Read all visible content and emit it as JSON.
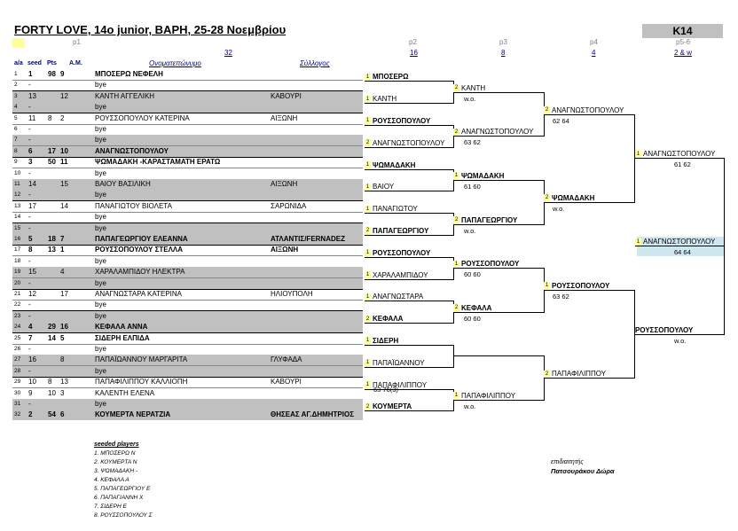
{
  "header": {
    "title": "FORTY LOVE, 14o junior, ΒΑΡΗ, 25-28 Νοεμβρίου",
    "category": "K14",
    "p1": "p1",
    "p1_count": "32",
    "p2": "p2",
    "p2_count": "16",
    "p3": "p3",
    "p3_count": "8",
    "p4": "p4",
    "p4_count": "4",
    "p56": "p5-6",
    "p56_count": "2 & w"
  },
  "columns": {
    "num": "a/a",
    "seed": "seed",
    "pts": "Pts",
    "am": "A.M.",
    "name": "Ονοματεπώνυμο",
    "club": "Σύλλογος"
  },
  "rows": [
    {
      "num": "1",
      "seed": "1",
      "pts": "98",
      "am": "9",
      "name": "ΜΠΟΣΕΡΩ ΝΕΦΕΛΗ",
      "club": ""
    },
    {
      "num": "2",
      "seed": "-",
      "pts": "",
      "am": "",
      "name": "bye",
      "club": ""
    },
    {
      "num": "3",
      "seed": "13",
      "pts": "",
      "am": "12",
      "name": "ΚΑΝΤΗ ΑΓΓΕΛΙΚΗ",
      "club": "ΚΑΒΟΥΡΙ"
    },
    {
      "num": "4",
      "seed": "-",
      "pts": "",
      "am": "",
      "name": "bye",
      "club": ""
    },
    {
      "num": "5",
      "seed": "11",
      "pts": "8",
      "am": "2",
      "name": "ΡΟΥΣΣΟΠΟΥΛΟΥ ΚΑΤΕΡΙΝΑ",
      "club": "ΑΙΞΩΝΗ"
    },
    {
      "num": "6",
      "seed": "-",
      "pts": "",
      "am": "",
      "name": "bye",
      "club": ""
    },
    {
      "num": "7",
      "seed": "-",
      "pts": "",
      "am": "",
      "name": "bye",
      "club": ""
    },
    {
      "num": "8",
      "seed": "6",
      "pts": "17",
      "am": "10",
      "name": "ΑΝΑΓΝΩΣΤΟΠΟΥΛΟΥ",
      "club": ""
    },
    {
      "num": "9",
      "seed": "3",
      "pts": "50",
      "am": "11",
      "name": "ΨΩΜΑΔΑΚΗ -ΚΑΡΑΣΤΑΜΑΤΗ ΕΡΑΤΩ",
      "club": ""
    },
    {
      "num": "10",
      "seed": "-",
      "pts": "",
      "am": "",
      "name": "bye",
      "club": ""
    },
    {
      "num": "11",
      "seed": "14",
      "pts": "",
      "am": "15",
      "name": "ΒΑΙΟΥ ΒΑΣΙΛΙΚΗ",
      "club": "ΑΙΞΩΝΗ"
    },
    {
      "num": "12",
      "seed": "-",
      "pts": "",
      "am": "",
      "name": "bye",
      "club": ""
    },
    {
      "num": "13",
      "seed": "17",
      "pts": "",
      "am": "14",
      "name": "ΠΑΝΑΓΙΩΤΟΥ ΒΙΟΛΕΤΑ",
      "club": "ΣΑΡΩΝΙΔΑ"
    },
    {
      "num": "14",
      "seed": "-",
      "pts": "",
      "am": "",
      "name": "bye",
      "club": ""
    },
    {
      "num": "15",
      "seed": "-",
      "pts": "",
      "am": "",
      "name": "bye",
      "club": ""
    },
    {
      "num": "16",
      "seed": "5",
      "pts": "18",
      "am": "7",
      "name": "ΠΑΠΑΓΕΩΡΓΙΟΥ ΕΛΕΑΝΝΑ",
      "club": "ΑΤΛΑΝΤΙΣ/FERNADEZ"
    },
    {
      "num": "17",
      "seed": "8",
      "pts": "13",
      "am": "1",
      "name": "ΡΟΥΣΣΟΠΟΥΛΟΥ ΣΤΕΛΛΑ",
      "club": "ΑΙΞΩΝΗ"
    },
    {
      "num": "18",
      "seed": "-",
      "pts": "",
      "am": "",
      "name": "bye",
      "club": ""
    },
    {
      "num": "19",
      "seed": "15",
      "pts": "",
      "am": "4",
      "name": "ΧΑΡΑΛΑΜΠΙΔΟΥ ΗΛΕΚΤΡΑ",
      "club": ""
    },
    {
      "num": "20",
      "seed": "-",
      "pts": "",
      "am": "",
      "name": "bye",
      "club": ""
    },
    {
      "num": "21",
      "seed": "12",
      "pts": "",
      "am": "17",
      "name": "ΑΝΑΓΝΩΣΤΑΡΑ ΚΑΤΕΡΙΝΑ",
      "club": "ΗΛΙΟΥΠΟΛΗ"
    },
    {
      "num": "22",
      "seed": "-",
      "pts": "",
      "am": "",
      "name": "bye",
      "club": ""
    },
    {
      "num": "23",
      "seed": "-",
      "pts": "",
      "am": "",
      "name": "bye",
      "club": ""
    },
    {
      "num": "24",
      "seed": "4",
      "pts": "29",
      "am": "16",
      "name": "ΚΕΦΑΛΑ ΑΝΝΑ",
      "club": ""
    },
    {
      "num": "25",
      "seed": "7",
      "pts": "14",
      "am": "5",
      "name": "ΣΙΔΕΡΗ ΕΛΠΙΔΑ",
      "club": ""
    },
    {
      "num": "26",
      "seed": "-",
      "pts": "",
      "am": "",
      "name": "bye",
      "club": ""
    },
    {
      "num": "27",
      "seed": "16",
      "pts": "",
      "am": "8",
      "name": "ΠΑΠΑΪΩΑΝΝΟΥ ΜΑΡΓΑΡΙΤΑ",
      "club": "ΓΛΥΦΑΔΑ"
    },
    {
      "num": "28",
      "seed": "-",
      "pts": "",
      "am": "",
      "name": "bye",
      "club": ""
    },
    {
      "num": "29",
      "seed": "10",
      "pts": "8",
      "am": "13",
      "name": "ΠΑΠΑΦΙΛΙΠΠΟΥ ΚΑΛΛΙΟΠΗ",
      "club": "ΚΑΒΟΥΡΙ"
    },
    {
      "num": "30",
      "seed": "9",
      "pts": "10",
      "am": "3",
      "name": "ΚΑΛΕΝΤΗ ΕΛΕΝΑ",
      "club": ""
    },
    {
      "num": "31",
      "seed": "-",
      "pts": "",
      "am": "",
      "name": "bye",
      "club": ""
    },
    {
      "num": "32",
      "seed": "2",
      "pts": "54",
      "am": "6",
      "name": "ΚΟΥΜΕΡΤΑ ΝΕΡΑΤΖΙΑ",
      "club": "ΘΗΣΕΑΣ ΑΓ.ΔΗΜΗΤΡΙΟΣ"
    }
  ],
  "r2": [
    {
      "s": "1",
      "name": "ΜΠΟΣΕΡΩ",
      "bold": true
    },
    {
      "s": "1",
      "name": "ΚΑΝΤΗ",
      "bold": false
    },
    {
      "s": "1",
      "name": "ΡΟΥΣΣΟΠΟΥΛΟΥ",
      "bold": true
    },
    {
      "s": "2",
      "name": "ΑΝΑΓΝΩΣΤΟΠΟΥΛΟΥ",
      "bold": false
    },
    {
      "s": "1",
      "name": "ΨΩΜΑΔΑΚΗ",
      "bold": true
    },
    {
      "s": "1",
      "name": "ΒΑΙΟΥ",
      "bold": false
    },
    {
      "s": "1",
      "name": "ΠΑΝΑΓΙΩΤΟΥ",
      "bold": false
    },
    {
      "s": "2",
      "name": "ΠΑΠΑΓΕΩΡΓΙΟΥ",
      "bold": true
    },
    {
      "s": "1",
      "name": "ΡΟΥΣΣΟΠΟΥΛΟΥ",
      "bold": true
    },
    {
      "s": "1",
      "name": "ΧΑΡΑΛΑΜΠΙΔΟΥ",
      "bold": false
    },
    {
      "s": "1",
      "name": "ΑΝΑΓΝΩΣΤΑΡΑ",
      "bold": false
    },
    {
      "s": "2",
      "name": "ΚΕΦΑΛΑ",
      "bold": true
    },
    {
      "s": "1",
      "name": "ΣΙΔΕΡΗ",
      "bold": true
    },
    {
      "s": "1",
      "name": "ΠΑΠΑΪΩΑΝΝΟΥ",
      "bold": false
    },
    {
      "s": "1",
      "name": "ΠΑΠΑΦΙΛΙΠΠΟΥ",
      "bold": false
    },
    {
      "s": "2",
      "name": "ΚΟΥΜΕΡΤΑ",
      "bold": true
    }
  ],
  "r2_score": "63 76(3)",
  "r3": [
    {
      "s": "2",
      "name": "ΚΑΝΤΗ",
      "bold": false,
      "score": "w.o."
    },
    {
      "s": "2",
      "name": "ΑΝΑΓΝΩΣΤΟΠΟΥΛΟΥ",
      "bold": false,
      "score": "63 62"
    },
    {
      "s": "1",
      "name": "ΨΩΜΑΔΑΚΗ",
      "bold": true,
      "score": "61 60"
    },
    {
      "s": "2",
      "name": "ΠΑΠΑΓΕΩΡΓΙΟΥ",
      "bold": true,
      "score": "w.o."
    },
    {
      "s": "1",
      "name": "ΡΟΥΣΣΟΠΟΥΛΟΥ",
      "bold": true,
      "score": "60 60"
    },
    {
      "s": "2",
      "name": "ΚΕΦΑΛΑ",
      "bold": true,
      "score": "60 60"
    },
    {
      "s": "",
      "name": "",
      "bold": false,
      "score": ""
    },
    {
      "s": "1",
      "name": "ΠΑΠΑΦΙΛΙΠΠΟΥ",
      "bold": false,
      "score": "w.o."
    }
  ],
  "r4": [
    {
      "s": "2",
      "name": "ΑΝΑΓΝΩΣΤΟΠΟΥΛΟΥ",
      "bold": false,
      "score": "62 64"
    },
    {
      "s": "2",
      "name": "ΨΩΜΑΔΑΚΗ",
      "bold": true,
      "score": "w.o."
    },
    {
      "s": "1",
      "name": "ΡΟΥΣΣΟΠΟΥΛΟΥ",
      "bold": true,
      "score": "63 62"
    },
    {
      "s": "2",
      "name": "ΠΑΠΑΦΙΛΙΠΠΟΥ",
      "bold": false,
      "score": ""
    }
  ],
  "r5": [
    {
      "s": "1",
      "name": "ΑΝΑΓΝΩΣΤΟΠΟΥΛΟΥ",
      "bold": false,
      "score": "61 62"
    },
    {
      "s": "",
      "name": "ΡΟΥΣΣΟΠΟΥΛΟΥ",
      "bold": true,
      "score": "w.o."
    }
  ],
  "final": {
    "s": "1",
    "name": "ΑΝΑΓΝΩΣΤΟΠΟΥΛΟΥ",
    "score": "64 64"
  },
  "seeded": {
    "heading": "seeded players",
    "list": [
      "1. ΜΠΟΣΕΡΩ Ν",
      "2. ΚΟΥΜΕΡΤΑ Ν",
      "3. ΨΩΜΑΔΑΚΗ -",
      "4. ΚΕΦΑΛΑ Α",
      "5. ΠΑΠΑΓΕΩΡΓΙΟΥ Ε",
      "6. ΠΑΠΑΓΙΑΝΝΗ Χ",
      "7. ΣΙΔΕΡΗ Ε",
      "8. ΡΟΥΣΣΟΠΟΥΛΟΥ Σ"
    ]
  },
  "supervisor": {
    "label": "επιδιαιτητής",
    "name": "Πατσουράκου Δώρα"
  }
}
